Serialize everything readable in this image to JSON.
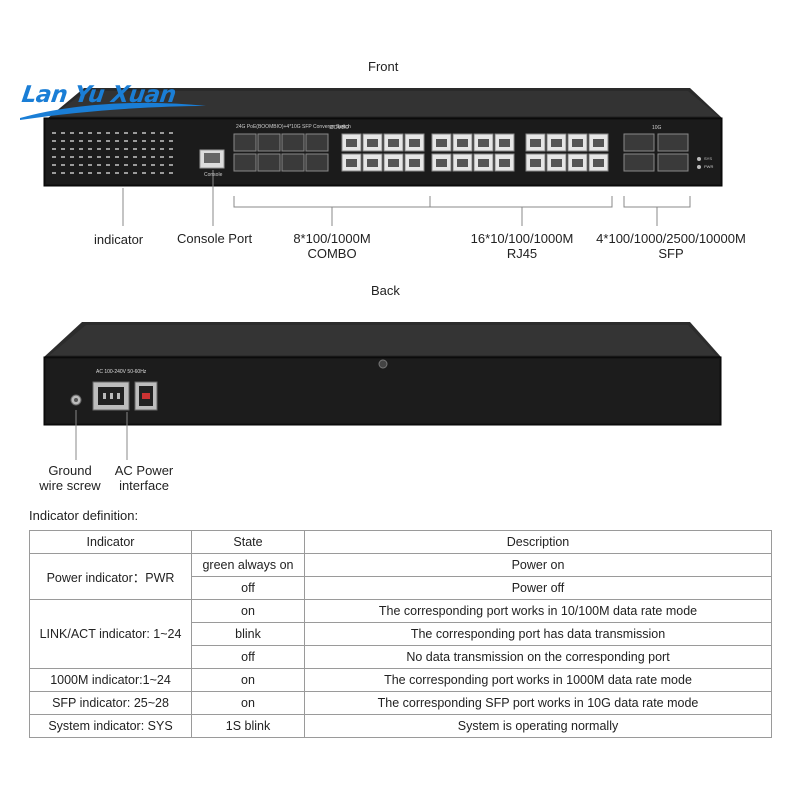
{
  "front": {
    "title": "Front",
    "panel_text": "24G PoE(BOOMBIO)+4*10G SFP Converge Switch",
    "console_small_label": "Console",
    "combo_label": "COMBO",
    "sfp_speed_label": "10G",
    "led_labels": [
      "SYS",
      "PWR"
    ],
    "labels": {
      "indicator": "indicator",
      "console": "Console Port",
      "combo_line1": "8*100/1000M",
      "combo_line2": "COMBO",
      "rj45_line1": "16*10/100/1000M",
      "rj45_line2": "RJ45",
      "sfp_line1": "4*100/1000/2500/10000M",
      "sfp_line2": "SFP"
    }
  },
  "back": {
    "title": "Back",
    "power_spec": "AC 100-240V 50-60Hz",
    "labels": {
      "ground_line1": "Ground",
      "ground_line2": "wire screw",
      "ac_line1": "AC Power",
      "ac_line2": "interface"
    }
  },
  "watermark": "Lan Yu Xuan",
  "indicator_table": {
    "title": "Indicator definition:",
    "headers": [
      "Indicator",
      "State",
      "Description"
    ],
    "rows": [
      {
        "indicator": "Power indicator：PWR",
        "states": [
          {
            "state": "green always on",
            "desc": "Power on"
          },
          {
            "state": "off",
            "desc": "Power off"
          }
        ]
      },
      {
        "indicator": "LINK/ACT indicator: 1~24",
        "states": [
          {
            "state": "on",
            "desc": "The corresponding port works in 10/100M data rate mode"
          },
          {
            "state": "blink",
            "desc": "The corresponding port has data transmission"
          },
          {
            "state": "off",
            "desc": "No data transmission on the corresponding port"
          }
        ]
      },
      {
        "indicator": "1000M indicator:1~24",
        "states": [
          {
            "state": "on",
            "desc": "The corresponding port works in 1000M data rate mode"
          }
        ]
      },
      {
        "indicator": "SFP indicator: 25~28",
        "states": [
          {
            "state": "on",
            "desc": "The corresponding SFP port works in 10G data rate mode"
          }
        ]
      },
      {
        "indicator": "System indicator: SYS",
        "states": [
          {
            "state": "1S blink",
            "desc": "System is operating normally"
          }
        ]
      }
    ]
  }
}
